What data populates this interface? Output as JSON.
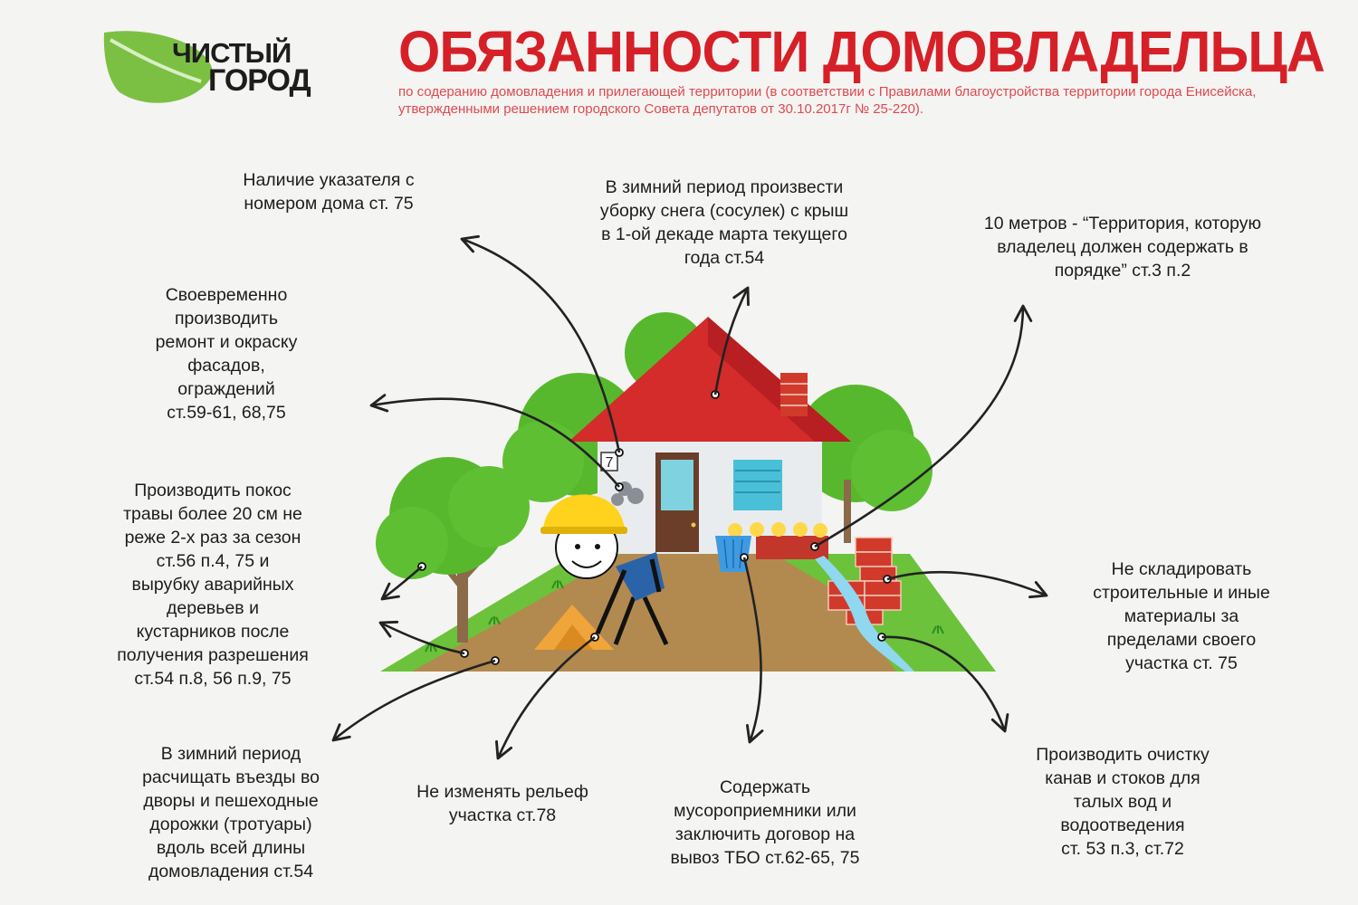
{
  "header": {
    "logo_line1": "ЧИСТЫЙ",
    "logo_line2": "ГОРОД",
    "title": "ОБЯЗАННОСТИ ДОМОВЛАДЕЛЬЦА",
    "subtitle": "по содеранию домовладения и прилегающей территории (в соответствии с Правилами благоустройства территории города Енисейска, утвержденными решением городского Совета депутатов от 30.10.2017г № 25-220)."
  },
  "house_number": "7",
  "colors": {
    "title": "#d62028",
    "roof": "#d42b2b",
    "tree": "#58b82d",
    "ground": "#b28a4f",
    "leaf": "#7bc043"
  },
  "notes": {
    "sign": "Наличие указателя с\nномером дома ст. 75",
    "snow_roof": "В зимний период произвести\nуборку снега (сосулек) с крыш\nв  1-ой декаде марта текущего\nгода ст.54",
    "ten_meters": "10 метров - “Территория, которую\nвладелец должен содержать в\nпорядке” ст.3 п.2",
    "facade": "Своевременно\nпроизводить\nремонт и окраску\nфасадов,\nограждений\nст.59-61, 68,75",
    "mowing": "Производить покос\nтравы более 20 см не\nреже 2-х раз за сезон\nст.56 п.4, 75 и\nвырубку аварийных\nдеревьев и\nкустарников после\nполучения разрешения\nст.54 п.8, 56 п.9, 75",
    "materials": "Не складировать\nстроительные и иные\nматериалы за\nпределами своего\nучастка ст. 75",
    "winter_paths": "В зимний период\nрасчищать въезды во\nдворы и пешеходные\nдорожки (тротуары)\nвдоль всей длины\nдомовладения ст.54",
    "relief": "Не изменять рельеф\nучастка ст.78",
    "waste": "Содержать\nмусороприемники или\nзаключить договор на\nвывоз ТБО ст.62-65, 75",
    "ditches": "Производить очистку\nканав и стоков для\nталых вод и\nводоотведения\nст. 53 п.3, ст.72"
  }
}
